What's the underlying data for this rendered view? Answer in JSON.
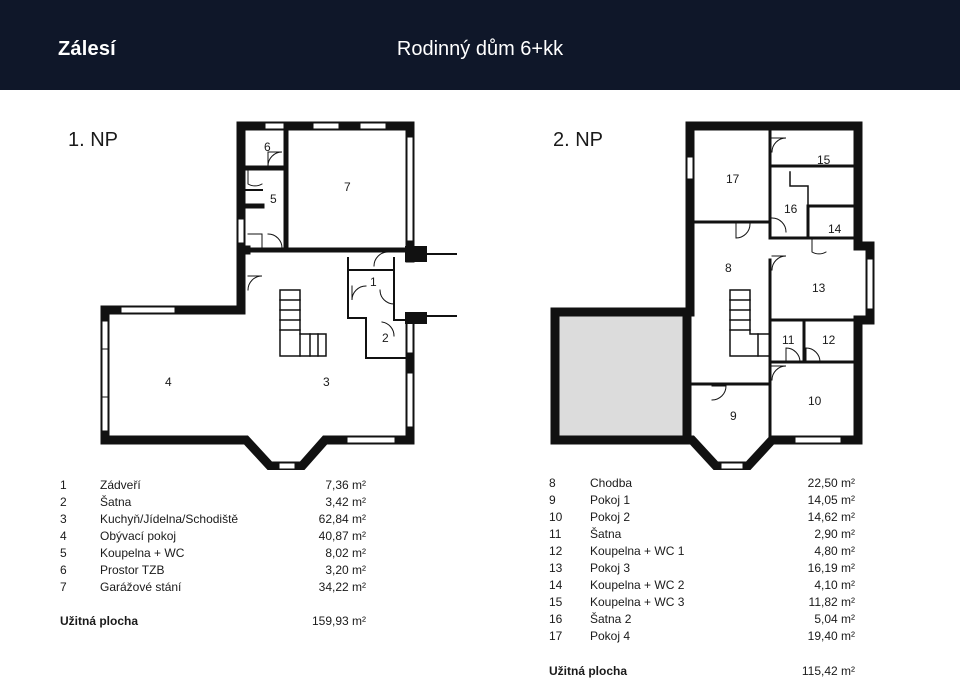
{
  "header": {
    "brand": "Zálesí",
    "title": "Rodinný dům 6+kk"
  },
  "floor1": {
    "label": "1. NP",
    "room_labels": [
      "1",
      "2",
      "3",
      "4",
      "5",
      "6",
      "7"
    ],
    "rooms": [
      {
        "num": "1",
        "name": "Zádveří",
        "area": "7,36 m²"
      },
      {
        "num": "2",
        "name": "Šatna",
        "area": "3,42 m²"
      },
      {
        "num": "3",
        "name": "Kuchyň/Jídelna/Schodiště",
        "area": "62,84 m²"
      },
      {
        "num": "4",
        "name": "Obývací pokoj",
        "area": "40,87 m²"
      },
      {
        "num": "5",
        "name": "Koupelna + WC",
        "area": "8,02 m²"
      },
      {
        "num": "6",
        "name": "Prostor TZB",
        "area": "3,20 m²"
      },
      {
        "num": "7",
        "name": "Garážové stání",
        "area": "34,22 m²"
      }
    ],
    "total_label": "Užitná plocha",
    "total_area": "159,93 m²"
  },
  "floor2": {
    "label": "2. NP",
    "room_labels": [
      "8",
      "9",
      "10",
      "11",
      "12",
      "13",
      "14",
      "15",
      "16",
      "17"
    ],
    "rooms": [
      {
        "num": "8",
        "name": "Chodba",
        "area": "22,50 m²"
      },
      {
        "num": "9",
        "name": "Pokoj 1",
        "area": "14,05 m²"
      },
      {
        "num": "10",
        "name": "Pokoj 2",
        "area": "14,62 m²"
      },
      {
        "num": "11",
        "name": "Šatna",
        "area": "2,90 m²"
      },
      {
        "num": "12",
        "name": "Koupelna + WC 1",
        "area": "4,80 m²"
      },
      {
        "num": "13",
        "name": "Pokoj 3",
        "area": "16,19 m²"
      },
      {
        "num": "14",
        "name": "Koupelna + WC 2",
        "area": "4,10 m²"
      },
      {
        "num": "15",
        "name": "Koupelna + WC 3",
        "area": "11,82 m²"
      },
      {
        "num": "16",
        "name": "Šatna 2",
        "area": "5,04 m²"
      },
      {
        "num": "17",
        "name": "Pokoj 4",
        "area": "19,40 m²"
      }
    ],
    "total_label": "Užitná plocha",
    "total_area": "115,42 m²"
  },
  "colors": {
    "header_bg": "#0f1729",
    "wall": "#111111",
    "void": "#dcdcdc"
  }
}
